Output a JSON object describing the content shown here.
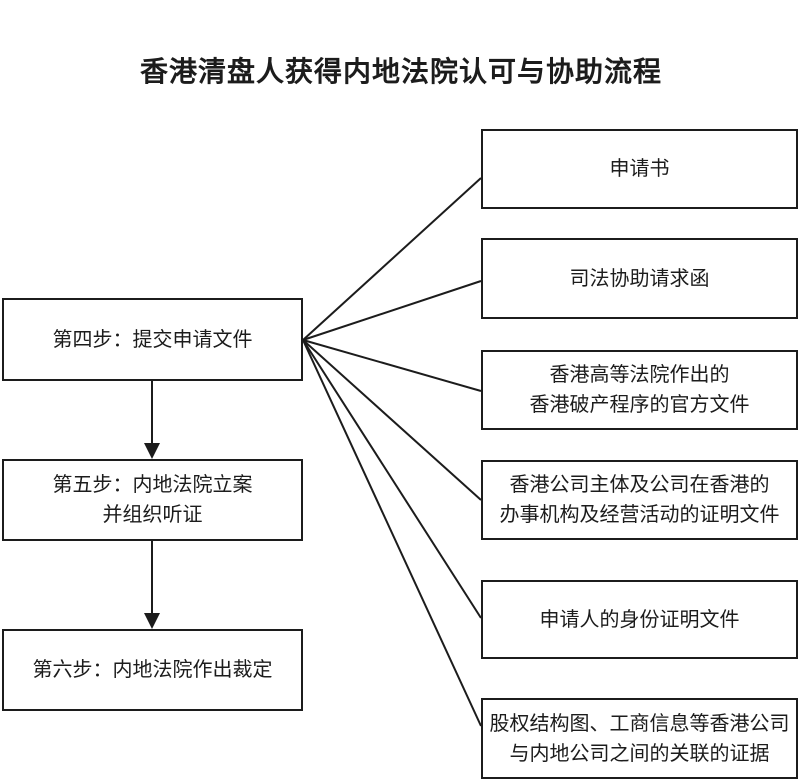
{
  "title": "香港清盘人获得内地法院认可与协助流程",
  "flow": {
    "steps": [
      {
        "id": "step-4",
        "label": "第四步：提交申请文件"
      },
      {
        "id": "step-5",
        "label": "第五步：内地法院立案\n并组织听证"
      },
      {
        "id": "step-6",
        "label": "第六步：内地法院作出裁定"
      }
    ],
    "documents": [
      {
        "id": "doc-1",
        "label": "申请书"
      },
      {
        "id": "doc-2",
        "label": "司法协助请求函"
      },
      {
        "id": "doc-3",
        "label": "香港高等法院作出的\n香港破产程序的官方文件"
      },
      {
        "id": "doc-4",
        "label": "香港公司主体及公司在香港的\n办事机构及经营活动的证明文件"
      },
      {
        "id": "doc-5",
        "label": "申请人的身份证明文件"
      },
      {
        "id": "doc-6",
        "label": "股权结构图、工商信息等香港公司\n与内地公司之间的关联的证据"
      }
    ]
  },
  "colors": {
    "line": "#1c1c1c",
    "text": "#1c1c1c",
    "background": "#ffffff"
  }
}
